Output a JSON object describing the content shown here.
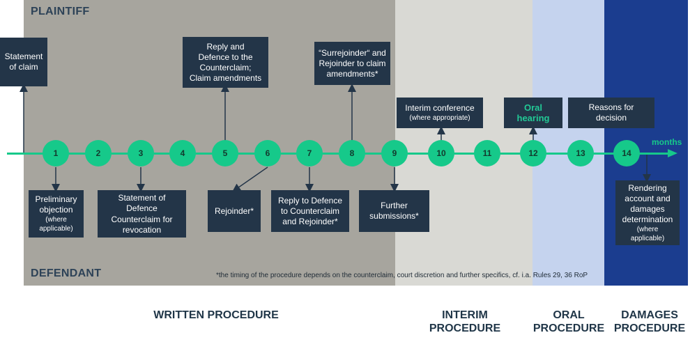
{
  "zones": {
    "plaintiff": "PLAINTIFF",
    "defendant": "DEFENDANT"
  },
  "phases": {
    "written": "WRITTEN PROCEDURE",
    "interim": "INTERIM\nPROCEDURE",
    "oral": "ORAL\nPROCEDURE",
    "damages": "DAMAGES\nPROCEDURE"
  },
  "axis_label": "months",
  "steps": [
    "1",
    "2",
    "3",
    "4",
    "5",
    "6",
    "7",
    "8",
    "9",
    "10",
    "11",
    "12",
    "13",
    "14"
  ],
  "top_events": {
    "statement_of_claim": "Statement\nof claim",
    "reply_defence": "Reply and\nDefence to the\nCounterclaim;\nClaim amendments",
    "surrejoinder": "“Surrejoinder“ and\nRejoinder to claim\namendments*",
    "interim_conference": "Interim conference",
    "interim_conference_note": "(where appropriate)",
    "oral_hearing": "Oral hearing",
    "reasons": "Reasons for decision"
  },
  "bottom_events": {
    "preliminary_objection": "Preliminary\nobjection",
    "preliminary_objection_note": "(where\napplicable)",
    "statement_of_defence": "Statement of Defence",
    "counterclaim_revocation": "Counterclaim for\nrevocation",
    "rejoinder": "Rejoinder*",
    "reply_to_defence": "Reply to Defence\nto Counterclaim\nand Rejoinder*",
    "further_submissions": "Further\nsubmissions*",
    "rendering_account": "Rendering\naccount and\ndamages\ndetermination",
    "rendering_account_note": "(where\napplicable)"
  },
  "footnote": "*the timing of the procedure depends on the counterclaim, court discretion and further specifics, cf. i.a. Rules 29, 36 RoP",
  "colors": {
    "written_bg": "#a7a59e",
    "interim_bg": "#d9d9d4",
    "oral_bg": "#c5d3ee",
    "damages_bg": "#1b3d8f",
    "box": "#233548",
    "accent": "#16c98a"
  }
}
